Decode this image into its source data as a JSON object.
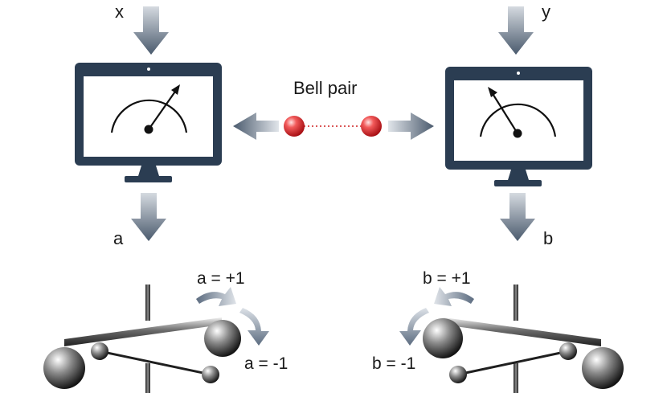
{
  "inputs": {
    "left": "x",
    "right": "y"
  },
  "outputs": {
    "left": "a",
    "right": "b"
  },
  "center_label": "Bell pair",
  "left_rotation": {
    "up": "a = +1",
    "down": "a = -1"
  },
  "right_rotation": {
    "up": "b = +1",
    "down": "b = -1"
  },
  "colors": {
    "monitor": "#2b3d52",
    "arrow": "#4f5f72",
    "particle": "#e0262b",
    "link": "#d64040"
  }
}
